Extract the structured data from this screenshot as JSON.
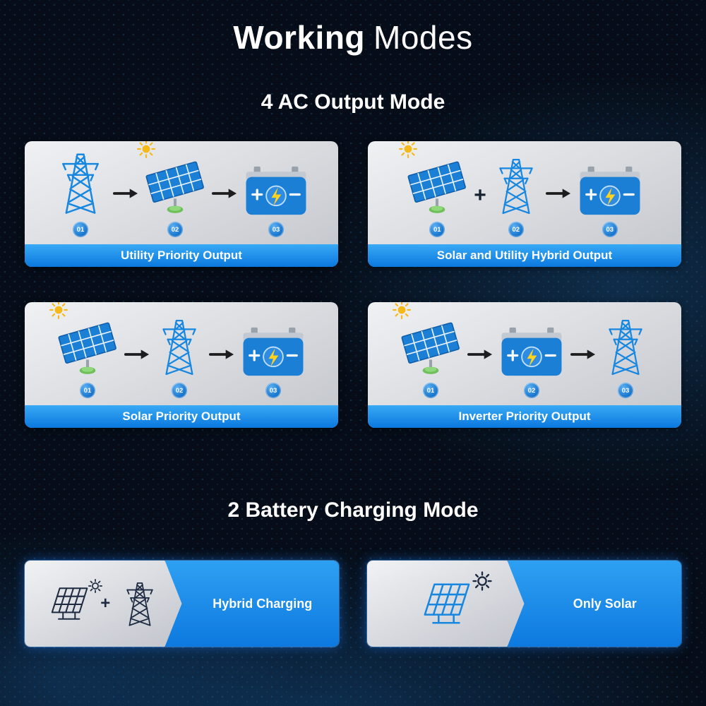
{
  "title": {
    "bold": "Working",
    "light": "Modes"
  },
  "ac_section": {
    "heading": "4 AC Output Mode",
    "cards": [
      {
        "label": "Utility Priority Output",
        "connectors": [
          "arrow",
          "arrow"
        ],
        "steps": [
          {
            "num": "01",
            "icon": "transmission-tower"
          },
          {
            "num": "02",
            "icon": "solar-panel-with-sun"
          },
          {
            "num": "03",
            "icon": "battery"
          }
        ]
      },
      {
        "label": "Solar and Utility Hybrid Output",
        "plus": "+",
        "connectors": [
          "plus",
          "arrow"
        ],
        "steps": [
          {
            "num": "01",
            "icon": "solar-panel-with-sun"
          },
          {
            "num": "02",
            "icon": "transmission-tower"
          },
          {
            "num": "03",
            "icon": "battery"
          }
        ]
      },
      {
        "label": "Solar Priority Output",
        "connectors": [
          "arrow",
          "arrow"
        ],
        "steps": [
          {
            "num": "01",
            "icon": "solar-panel-with-sun"
          },
          {
            "num": "02",
            "icon": "transmission-tower"
          },
          {
            "num": "03",
            "icon": "battery"
          }
        ]
      },
      {
        "label": "Inverter Priority Output",
        "connectors": [
          "arrow",
          "arrow"
        ],
        "steps": [
          {
            "num": "01",
            "icon": "solar-panel-with-sun"
          },
          {
            "num": "02",
            "icon": "battery"
          },
          {
            "num": "03",
            "icon": "transmission-tower"
          }
        ]
      }
    ]
  },
  "battery_section": {
    "heading": "2 Battery Charging Mode",
    "cards": [
      {
        "label": "Hybrid Charging",
        "plus": "+",
        "icons": [
          "solar-panel-outline",
          "sun-outline",
          "plus",
          "transmission-tower-outline"
        ]
      },
      {
        "label": "Only Solar",
        "icons": [
          "solar-panel-outline",
          "sun-outline"
        ]
      }
    ]
  },
  "colors": {
    "background": "#060d18",
    "accent_blue": "#1787e0",
    "bar_blue_top": "#38aaf5",
    "bar_blue_bottom": "#0b78df",
    "badge_blue": "#1576d2",
    "card_silver": "#d8dade",
    "sun_yellow": "#f5b91a",
    "bolt_yellow": "#ffd21e",
    "dark_icon": "#1e2a40"
  }
}
